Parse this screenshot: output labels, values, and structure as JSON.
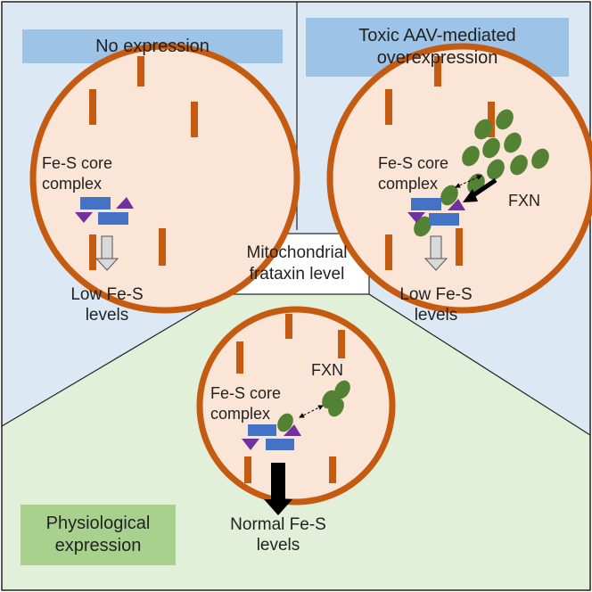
{
  "colors": {
    "panel_blue": "#dce9f5",
    "panel_green": "#e2efd9",
    "banner_blue": "#9dc3e6",
    "banner_green": "#a9d18e",
    "membrane": "#c55a11",
    "matrix": "#fbe5d6",
    "fxn_green": "#548235",
    "protein_blue": "#4472c4",
    "ligand_purple": "#7030a0"
  },
  "panels": {
    "no_expression": {
      "title": "No expression",
      "core_label_line1": "Fe-S core",
      "core_label_line2": "complex",
      "result_line1": "Low Fe-S",
      "result_line2": "levels"
    },
    "toxic_overexpression": {
      "title_line1": "Toxic AAV-mediated",
      "title_line2": "overexpression",
      "core_label_line1": "Fe-S core",
      "core_label_line2": "complex",
      "fxn_label": "FXN",
      "result_line1": "Low Fe-S",
      "result_line2": "levels"
    },
    "physiological": {
      "title_line1": "Physiological",
      "title_line2": "expression",
      "core_label_line1": "Fe-S core",
      "core_label_line2": "complex",
      "fxn_label": "FXN",
      "result_line1": "Normal Fe-S",
      "result_line2": "levels"
    }
  },
  "center_label": {
    "line1": "Mitochondrial",
    "line2": "frataxin level"
  }
}
